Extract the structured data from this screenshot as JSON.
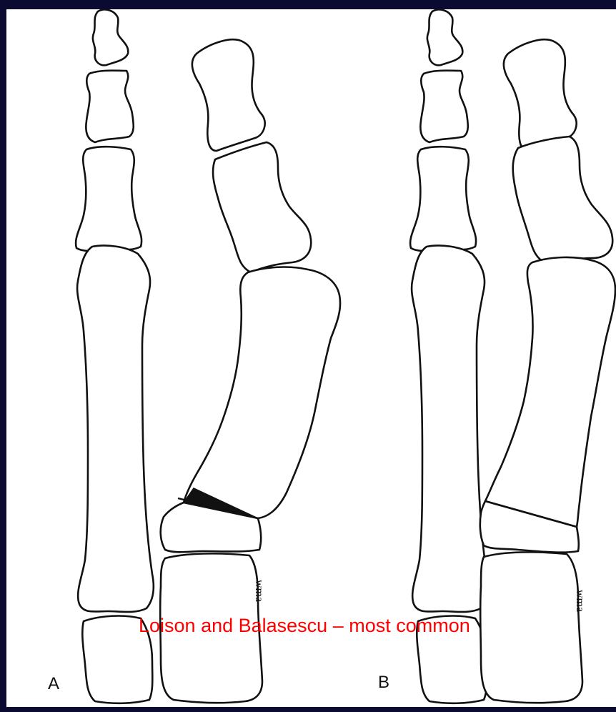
{
  "figure": {
    "panel_a_label": "A",
    "panel_b_label": "B",
    "caption": "Loison and Balasescu – most common",
    "signature_a": "wma",
    "signature_b": "wma",
    "caption_color": "#ff0000",
    "background_color": "#0b0b32"
  }
}
